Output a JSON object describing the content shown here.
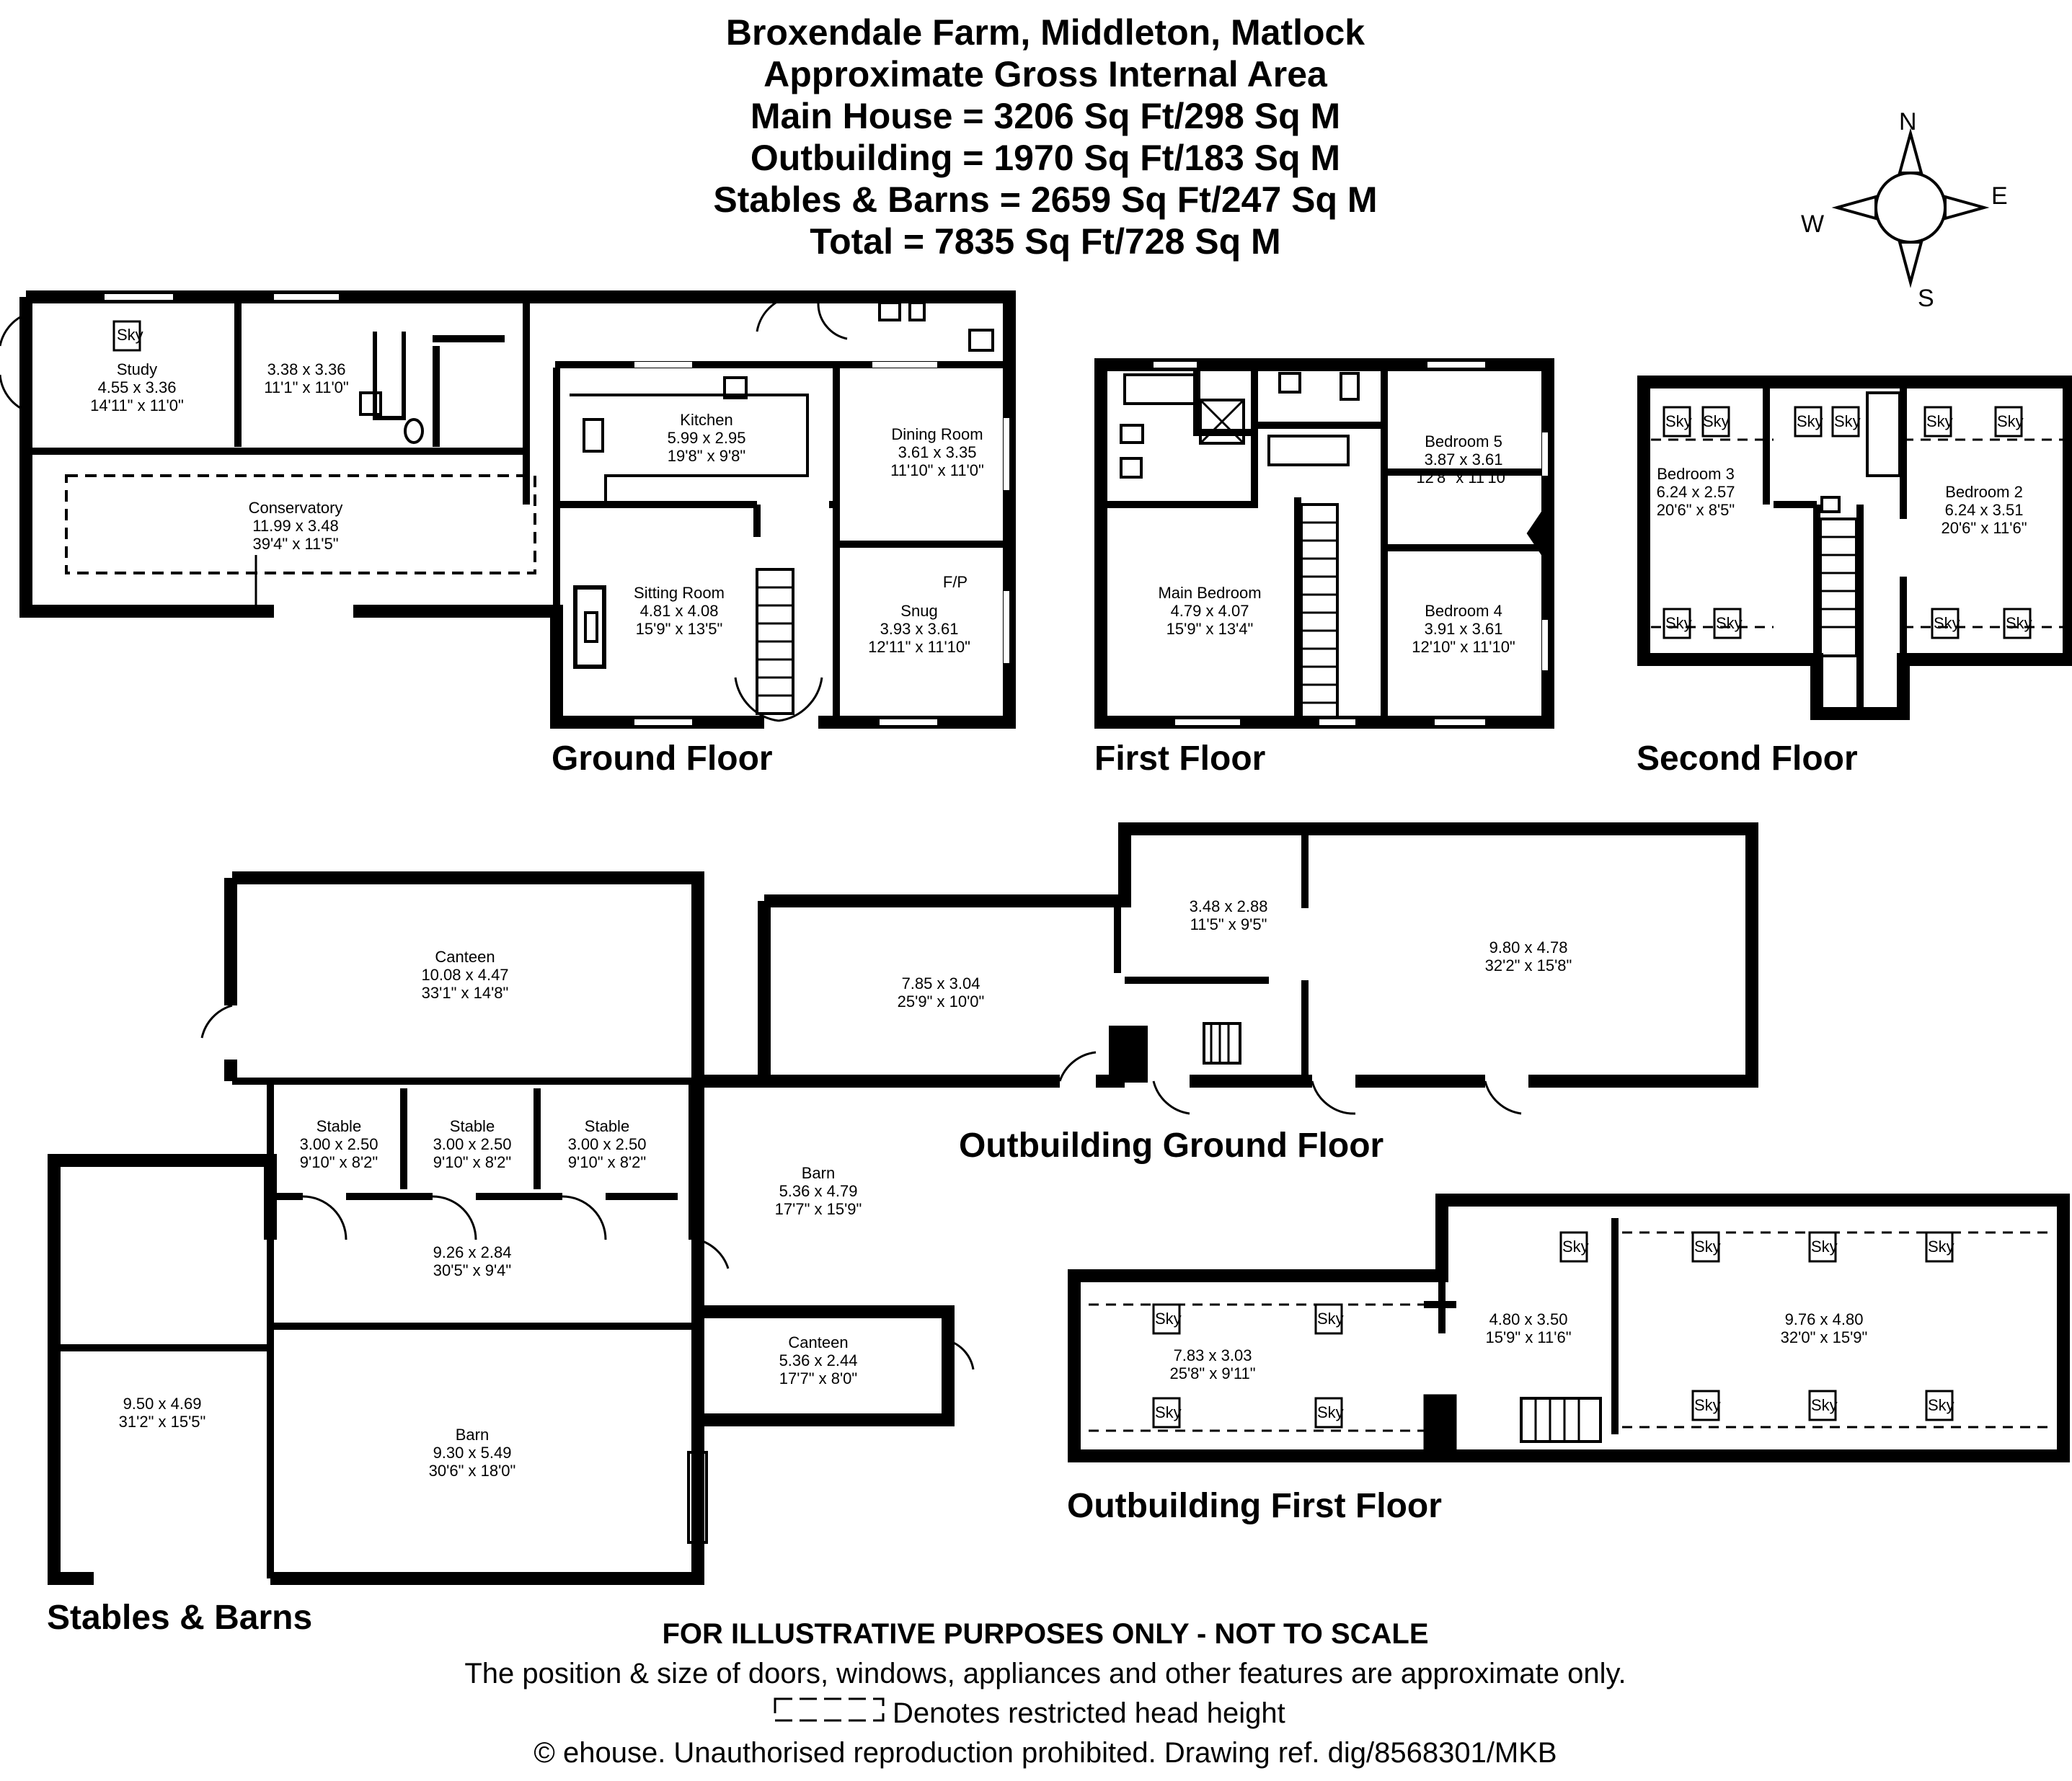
{
  "header": {
    "title": "Broxendale Farm, Middleton, Matlock",
    "subtitle": "Approximate Gross Internal Area",
    "areas": [
      "Main House = 3206 Sq Ft/298 Sq M",
      "Outbuilding = 1970 Sq Ft/183 Sq M",
      "Stables & Barns = 2659 Sq Ft/247 Sq M",
      "Total = 7835 Sq Ft/728 Sq M"
    ]
  },
  "compass": {
    "n": "N",
    "e": "E",
    "s": "S",
    "w": "W"
  },
  "floors": {
    "ground": "Ground Floor",
    "first": "First Floor",
    "second": "Second Floor",
    "outbuilding_ground": "Outbuilding Ground Floor",
    "outbuilding_first": "Outbuilding First Floor",
    "stables": "Stables & Barns"
  },
  "sky_label": "Sky",
  "fp_label": "F/P",
  "rooms": {
    "study": [
      "Study",
      "4.55 x 3.36",
      "14'11\" x 11'0\""
    ],
    "gf_room2": [
      "3.38 x 3.36",
      "11'1\" x 11'0\""
    ],
    "conservatory": [
      "Conservatory",
      "11.99 x 3.48",
      "39'4\" x 11'5\""
    ],
    "kitchen": [
      "Kitchen",
      "5.99 x 2.95",
      "19'8\" x 9'8\""
    ],
    "dining": [
      "Dining Room",
      "3.61 x 3.35",
      "11'10\" x 11'0\""
    ],
    "sitting": [
      "Sitting Room",
      "4.81 x 4.08",
      "15'9\" x 13'5\""
    ],
    "snug": [
      "Snug",
      "3.93 x 3.61",
      "12'11\" x 11'10\""
    ],
    "main_bed": [
      "Main Bedroom",
      "4.79 x 4.07",
      "15'9\" x 13'4\""
    ],
    "bed5": [
      "Bedroom 5",
      "3.87 x 3.61",
      "12'8\" x 11'10\""
    ],
    "bed4": [
      "Bedroom 4",
      "3.91 x 3.61",
      "12'10\" x 11'10\""
    ],
    "bed3": [
      "Bedroom 3",
      "6.24 x 2.57",
      "20'6\" x 8'5\""
    ],
    "bed2": [
      "Bedroom 2",
      "6.24 x 3.51",
      "20'6\" x 11'6\""
    ],
    "canteen_top": [
      "Canteen",
      "10.08 x 4.47",
      "33'1\" x 14'8\""
    ],
    "stable1": [
      "Stable",
      "3.00 x 2.50",
      "9'10\" x 8'2\""
    ],
    "stable2": [
      "Stable",
      "3.00 x 2.50",
      "9'10\" x 8'2\""
    ],
    "stable3": [
      "Stable",
      "3.00 x 2.50",
      "9'10\" x 8'2\""
    ],
    "barn_mid": [
      "Barn",
      "5.36 x 4.79",
      "17'7\" x 15'9\""
    ],
    "corridor": [
      "9.26 x 2.84",
      "30'5\" x 9'4\""
    ],
    "left_barn": [
      "9.50 x 4.69",
      "31'2\" x 15'5\""
    ],
    "barn_low": [
      "Barn",
      "9.30 x 5.49",
      "30'6\" x 18'0\""
    ],
    "canteen_low": [
      "Canteen",
      "5.36 x 2.44",
      "17'7\" x 8'0\""
    ],
    "og1": [
      "7.85 x 3.04",
      "25'9\" x 10'0\""
    ],
    "og2": [
      "3.48 x 2.88",
      "11'5\" x 9'5\""
    ],
    "og3": [
      "9.80 x 4.78",
      "32'2\" x 15'8\""
    ],
    "of1": [
      "7.83 x 3.03",
      "25'8\" x 9'11\""
    ],
    "of2": [
      "4.80 x 3.50",
      "15'9\" x 11'6\""
    ],
    "of3": [
      "9.76 x 4.80",
      "32'0\" x 15'9\""
    ]
  },
  "footer": {
    "disclaimer": "FOR ILLUSTRATIVE PURPOSES ONLY - NOT TO SCALE",
    "note": "The position & size of doors, windows, appliances and other features are approximate only.",
    "legend": "Denotes restricted head height",
    "copyright": "© ehouse. Unauthorised reproduction prohibited. Drawing ref. dig/8568301/MKB"
  }
}
